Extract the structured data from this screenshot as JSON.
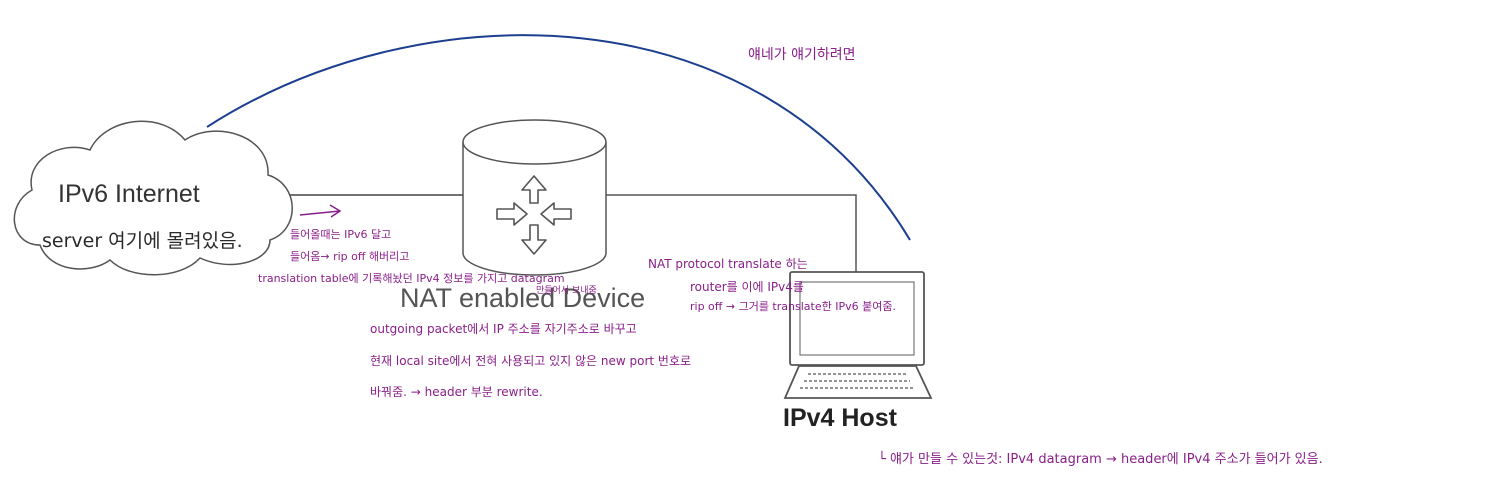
{
  "labels": {
    "cloud": "IPv6 Internet",
    "device": "NAT enabled Device",
    "host": "IPv4 Host"
  },
  "notes": {
    "arc_note": "얘네가 얘기하려면",
    "server_note": "server 여기에 몰려있음.",
    "incoming_1": "들어올때는 IPv6 달고",
    "incoming_2": "들어옴→ rip off 해버리고",
    "translation_table": "translation table에 기록해놨던 IPv4 정보를 가지고 datagram",
    "translation_table_2": "만들어서 보내줌",
    "outgoing_1": "outgoing packet에서 IP 주소를 자기주소로 바꾸고",
    "outgoing_2": "현재 local site에서 전혀 사용되고 있지 않은 new port 번호로",
    "outgoing_3": "바꿔줌. → header 부분 rewrite.",
    "nat_1": "NAT protocol translate 하는",
    "nat_2": "router를 이에 IPv4를",
    "nat_3": "rip off → 그거를 translate한 IPv6 붙여줌.",
    "host_note": "└ 얘가 만들 수 있는것: IPv4 datagram → header에 IPv4 주소가 들어가 있음."
  },
  "colors": {
    "printed_text": "#333333",
    "outline": "#555555",
    "arc": "#1d3f8f",
    "handwriting_purple": "#8a1f8a",
    "handwriting_black": "#2a2a2a"
  },
  "icons": [
    "cloud-icon",
    "router-cylinder-icon",
    "desktop-computer-icon"
  ]
}
